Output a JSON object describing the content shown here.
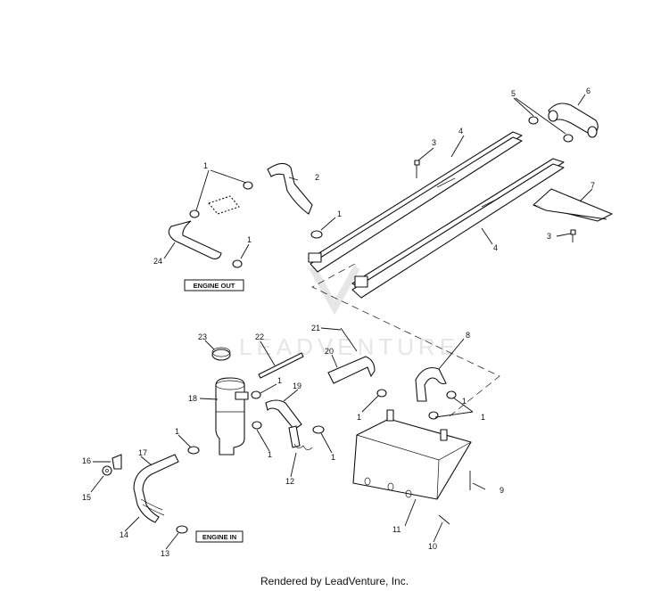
{
  "watermark": "LEADVENTURE",
  "footer": "Rendered by LeadVenture, Inc.",
  "labels": {
    "engine_out": "ENGINE OUT",
    "engine_in": "ENGINE IN"
  },
  "callouts": {
    "c1a": "1",
    "c1b": "1",
    "c1c": "1",
    "c1d": "1",
    "c1e": "1",
    "c1f": "1",
    "c1g": "1",
    "c1h": "1",
    "c1i": "1",
    "c1j": "1",
    "c2": "2",
    "c3a": "3",
    "c3b": "3",
    "c4a": "4",
    "c4b": "4",
    "c5": "5",
    "c6": "6",
    "c7": "7",
    "c8": "8",
    "c9": "9",
    "c10": "10",
    "c11": "11",
    "c12": "12",
    "c13": "13",
    "c14": "14",
    "c15": "15",
    "c16": "16",
    "c17": "17",
    "c18": "18",
    "c19": "19",
    "c20": "20",
    "c21": "21",
    "c22": "22",
    "c23": "23",
    "c24": "24"
  }
}
